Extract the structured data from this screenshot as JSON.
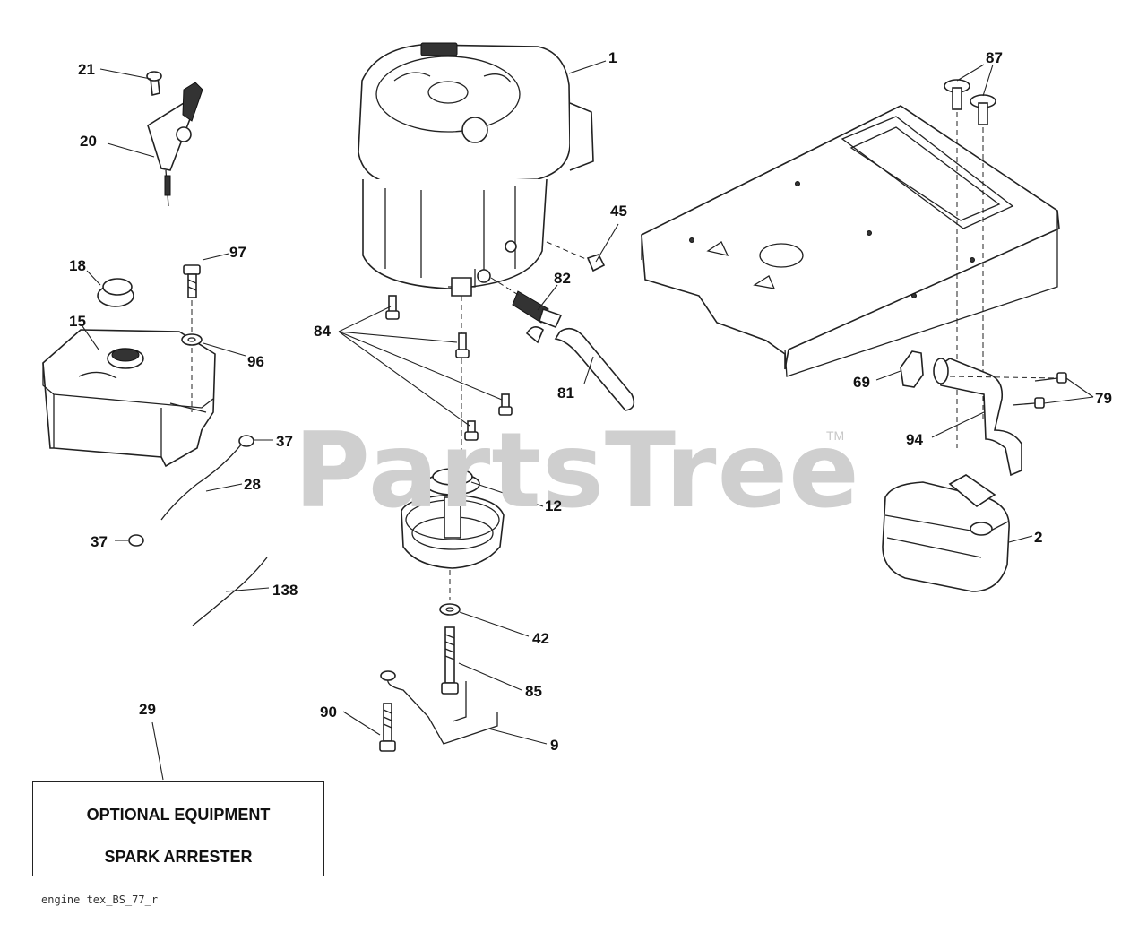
{
  "watermark": {
    "brand": "PartsTree",
    "trademark": "TM"
  },
  "optional_box": {
    "line1": "OPTIONAL EQUIPMENT",
    "line2": "SPARK ARRESTER"
  },
  "diagram_code": "engine tex_BS_77_r",
  "callouts": [
    {
      "id": "1",
      "text": "1"
    },
    {
      "id": "2",
      "text": "2"
    },
    {
      "id": "9",
      "text": "9"
    },
    {
      "id": "12",
      "text": "12"
    },
    {
      "id": "15",
      "text": "15"
    },
    {
      "id": "18",
      "text": "18"
    },
    {
      "id": "20",
      "text": "20"
    },
    {
      "id": "21",
      "text": "21"
    },
    {
      "id": "28",
      "text": "28"
    },
    {
      "id": "29",
      "text": "29"
    },
    {
      "id": "37a",
      "text": "37"
    },
    {
      "id": "37b",
      "text": "37"
    },
    {
      "id": "42",
      "text": "42"
    },
    {
      "id": "45",
      "text": "45"
    },
    {
      "id": "69",
      "text": "69"
    },
    {
      "id": "79",
      "text": "79"
    },
    {
      "id": "81",
      "text": "81"
    },
    {
      "id": "82",
      "text": "82"
    },
    {
      "id": "84",
      "text": "84"
    },
    {
      "id": "85",
      "text": "85"
    },
    {
      "id": "87",
      "text": "87"
    },
    {
      "id": "90",
      "text": "90"
    },
    {
      "id": "94",
      "text": "94"
    },
    {
      "id": "96",
      "text": "96"
    },
    {
      "id": "97",
      "text": "97"
    },
    {
      "id": "138",
      "text": "138"
    }
  ]
}
